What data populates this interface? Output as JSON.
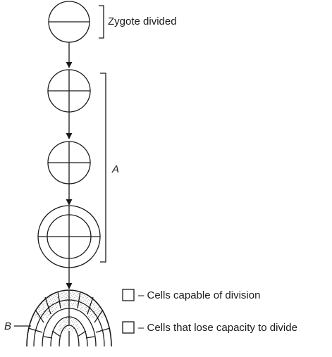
{
  "labels": {
    "zygote": "Zygote divided",
    "bracket_a": "A",
    "pointer_b": "B"
  },
  "legend": {
    "dividing": "– Cells capable of division",
    "non_dividing": "– Cells that lose capacity to divide"
  },
  "colors": {
    "line": "#1a1a1a",
    "stipple": "#555555",
    "background": "#ffffff"
  }
}
